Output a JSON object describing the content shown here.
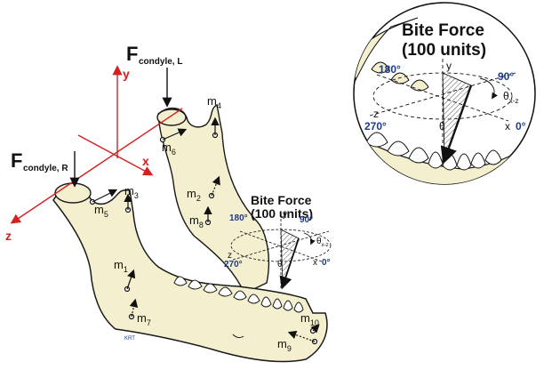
{
  "colors": {
    "bone_fill": "#f3efcf",
    "outline": "#1a1a1a",
    "axis_red": "#d62020",
    "angle_blue": "#1f3a8c",
    "hatch": "#555555"
  },
  "axes": {
    "x": "x",
    "y": "y",
    "z": "z"
  },
  "condyle_left": {
    "main": "F",
    "sub": "condyle,  L"
  },
  "condyle_right": {
    "main": "F",
    "sub": "condyle,  R"
  },
  "muscles": {
    "m1": {
      "main": "m",
      "sub": "1"
    },
    "m2": {
      "main": "m",
      "sub": "2"
    },
    "m3": {
      "main": "m",
      "sub": "3"
    },
    "m4": {
      "main": "m",
      "sub": "4"
    },
    "m5": {
      "main": "m",
      "sub": "5"
    },
    "m6": {
      "main": "m",
      "sub": "6"
    },
    "m7": {
      "main": "m",
      "sub": "7"
    },
    "m8": {
      "main": "m",
      "sub": "8"
    },
    "m9": {
      "main": "m",
      "sub": "9"
    },
    "m10": {
      "main": "m",
      "sub": "10"
    }
  },
  "bite_force": {
    "title_line1": "Bite Force",
    "title_line2": "(100 units)",
    "angle_0": "0°",
    "angle_90": "90°",
    "angle_180": "180°",
    "angle_270": "270°",
    "theta": "θ",
    "theta_xz": "θ",
    "theta_xz_sub": "x-z",
    "axis_x": "x",
    "axis_y": "y",
    "axis_z": "z"
  },
  "initials": "KRT"
}
